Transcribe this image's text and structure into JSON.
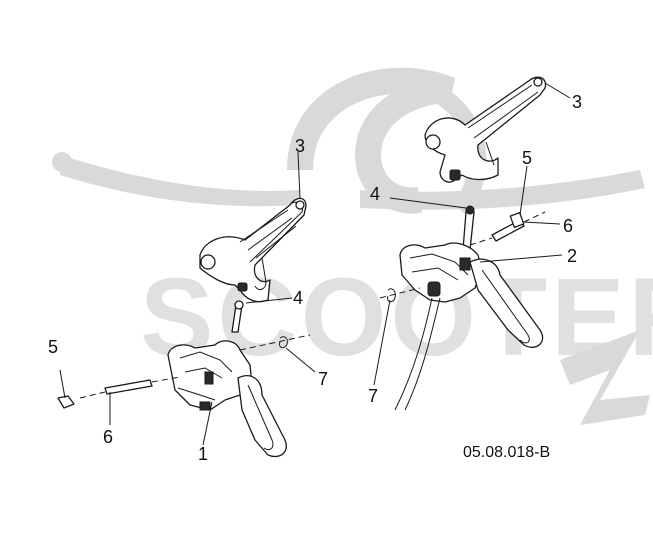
{
  "diagram": {
    "reference_code": "05.08.018-B",
    "callouts": [
      {
        "id": "left-3",
        "label": "3"
      },
      {
        "id": "left-4",
        "label": "4"
      },
      {
        "id": "left-5",
        "label": "5"
      },
      {
        "id": "left-6",
        "label": "6"
      },
      {
        "id": "left-7",
        "label": "7"
      },
      {
        "id": "left-1",
        "label": "1"
      },
      {
        "id": "right-3",
        "label": "3"
      },
      {
        "id": "right-5",
        "label": "5"
      },
      {
        "id": "right-4",
        "label": "4"
      },
      {
        "id": "right-6",
        "label": "6"
      },
      {
        "id": "right-2",
        "label": "2"
      },
      {
        "id": "right-7",
        "label": "7"
      }
    ],
    "colors": {
      "ink": "#1a1a1a",
      "watermark": "#d9d9d9",
      "background": "#ffffff"
    }
  }
}
